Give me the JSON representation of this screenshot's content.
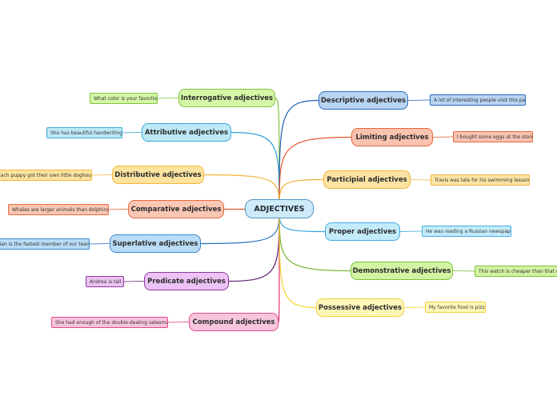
{
  "central": {
    "label": "ADJECTIVES",
    "fill": "#cfeaf8",
    "stroke": "#4f98c7"
  },
  "branches": [
    {
      "id": "interrogative",
      "label": "Interrogative adjectives",
      "example": "What color is your favorite?",
      "fill": "#d4f7a6",
      "stroke": "#7fc23f",
      "line": "#7fc23f"
    },
    {
      "id": "attributive",
      "label": "Attributive adjectives",
      "example": "She has beautiful handwriting.",
      "fill": "#bde9f7",
      "stroke": "#3aa7d6",
      "line": "#2fa0d2"
    },
    {
      "id": "distributive",
      "label": "Distributive adjectives",
      "example": "Each puppy got their own little doghouse.",
      "fill": "#fde3a0",
      "stroke": "#f3b73b",
      "line": "#f4b43a"
    },
    {
      "id": "comparative",
      "label": "Comparative adjectives",
      "example": "Whales are larger animals than dolphins.",
      "fill": "#f9c7b4",
      "stroke": "#e8683f",
      "line": "#e25a2c"
    },
    {
      "id": "superlative",
      "label": "Superlative adjectives",
      "example": "Brian is the fastest member of our team.",
      "fill": "#b9dcf6",
      "stroke": "#3d87cb",
      "line": "#2d72bf"
    },
    {
      "id": "predicate",
      "label": "Predicate adjectives",
      "example": "Andrea is tall.",
      "fill": "#ecc3f4",
      "stroke": "#8b3a9e",
      "line": "#5e1f6f"
    },
    {
      "id": "compound",
      "label": "Compound adjectives",
      "example": "She had enough of the double-dealing salesman.",
      "fill": "#f8c6dc",
      "stroke": "#e9488c",
      "line": "#e0356f"
    },
    {
      "id": "descriptive",
      "label": "Descriptive adjectives",
      "example": "A lot of interesting people visit this park.",
      "fill": "#b9d4f2",
      "stroke": "#2f6fbf",
      "line": "#1f5fb4"
    },
    {
      "id": "limiting",
      "label": "Limiting adjectives",
      "example": "I bought some eggs at the store.",
      "fill": "#f9c3b0",
      "stroke": "#e5653d",
      "line": "#e3572b"
    },
    {
      "id": "participial",
      "label": "Participial adjectives",
      "example": "Travis was late for his swimming lessons.",
      "fill": "#fde3a3",
      "stroke": "#eeb43e",
      "line": "#f0b23c"
    },
    {
      "id": "proper",
      "label": "Proper adjectives",
      "example": "He was reading a Russian newspaper.",
      "fill": "#c4ebfa",
      "stroke": "#41ace0",
      "line": "#36a6dc"
    },
    {
      "id": "demonstrative",
      "label": "Demonstrative adjectives",
      "example": "This watch is cheaper than that one.",
      "fill": "#d3f3a4",
      "stroke": "#7cc13a",
      "line": "#6eb52d"
    },
    {
      "id": "possessive",
      "label": "Possessive adjectives",
      "example": "My favorite food is pizza.",
      "fill": "#fff7b8",
      "stroke": "#f0d23a",
      "line": "#f2d530"
    }
  ]
}
